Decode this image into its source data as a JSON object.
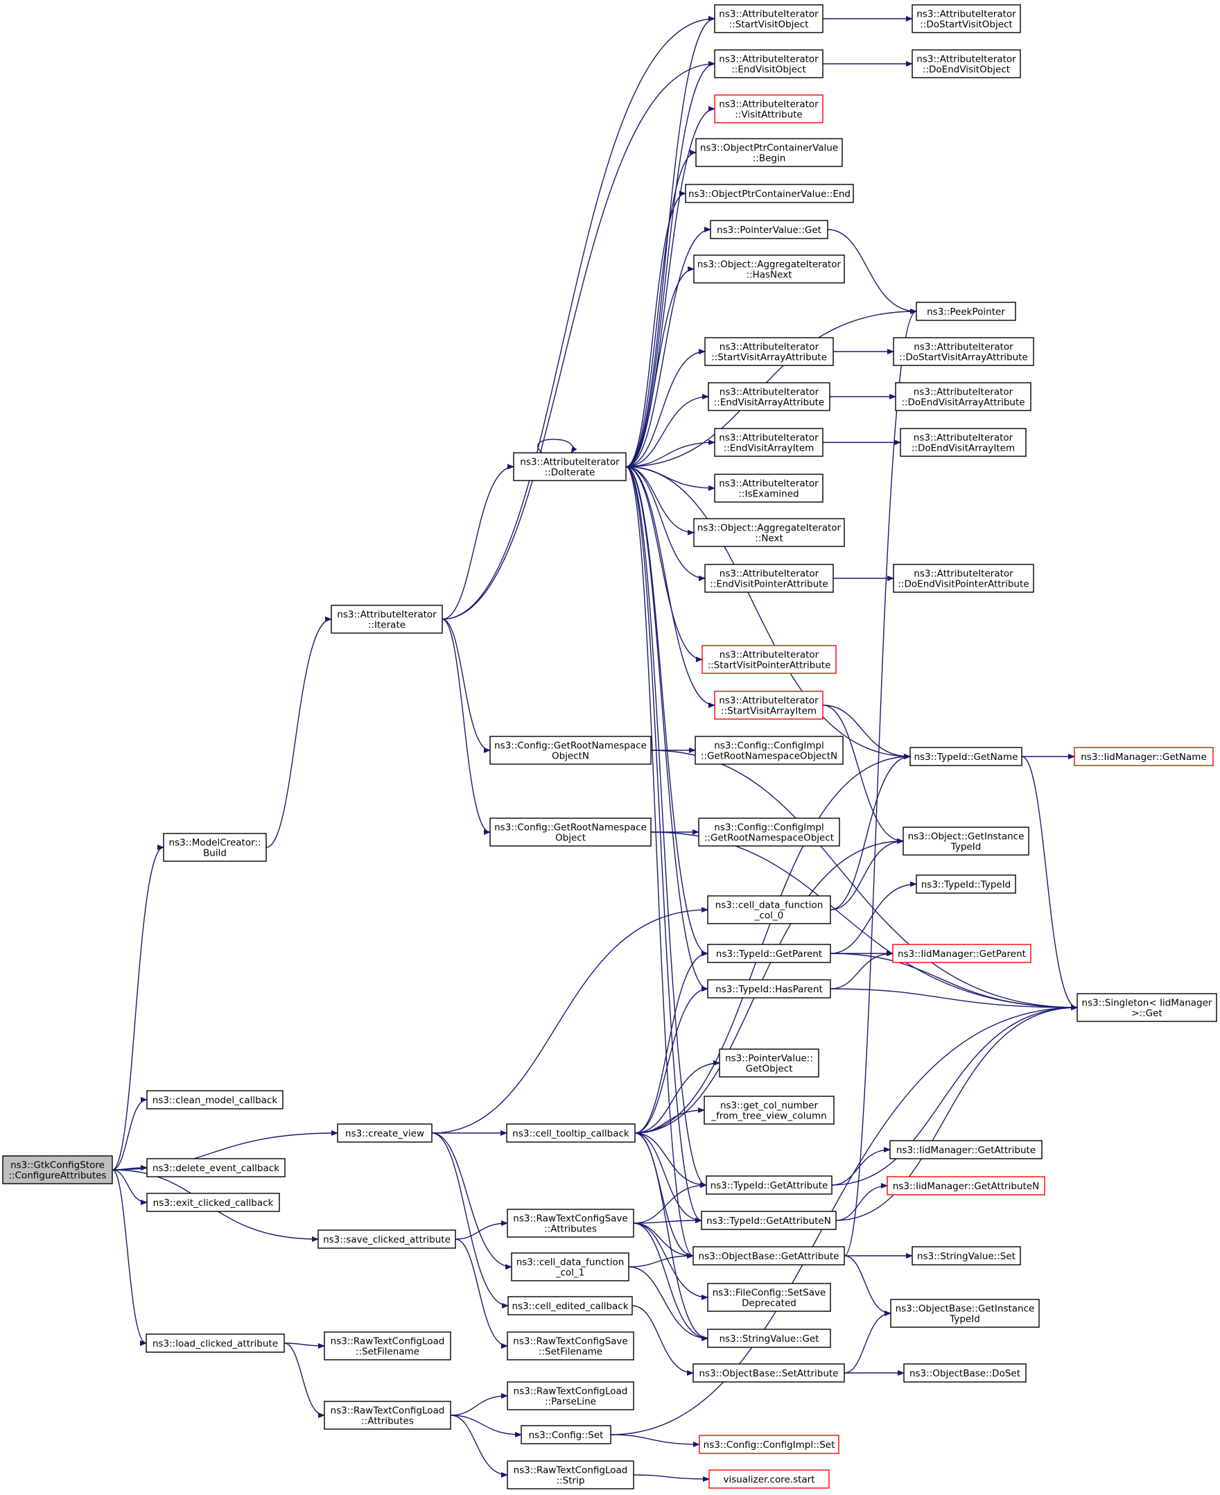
{
  "colors": {
    "edge": "#191970",
    "box_border": "#000000",
    "box_border_truncated": "#ff0000",
    "root_fill": "#bfbfbf",
    "node_fill": "#ffffff",
    "text": "#000000"
  },
  "nodes": [
    {
      "id": "root",
      "lines": [
        "ns3::GtkConfigStore",
        "::ConfigureAttributes"
      ],
      "style": "root"
    },
    {
      "id": "modelcreator_build",
      "lines": [
        "ns3::ModelCreator::",
        "Build"
      ],
      "style": "normal"
    },
    {
      "id": "clean_model",
      "lines": [
        "ns3::clean_model_callback"
      ],
      "style": "normal"
    },
    {
      "id": "create_view",
      "lines": [
        "ns3::create_view"
      ],
      "style": "normal"
    },
    {
      "id": "delete_event",
      "lines": [
        "ns3::delete_event_callback"
      ],
      "style": "normal"
    },
    {
      "id": "exit_clicked",
      "lines": [
        "ns3::exit_clicked_callback"
      ],
      "style": "normal"
    },
    {
      "id": "save_clicked",
      "lines": [
        "ns3::save_clicked_attribute"
      ],
      "style": "normal"
    },
    {
      "id": "load_clicked",
      "lines": [
        "ns3::load_clicked_attribute"
      ],
      "style": "normal"
    },
    {
      "id": "iterate",
      "lines": [
        "ns3::AttributeIterator",
        "::Iterate"
      ],
      "style": "normal"
    },
    {
      "id": "doiterate",
      "lines": [
        "ns3::AttributeIterator",
        "::DoIterate"
      ],
      "style": "normal"
    },
    {
      "id": "get_root_ns_objn",
      "lines": [
        "ns3::Config::GetRootNamespace",
        "ObjectN"
      ],
      "style": "normal"
    },
    {
      "id": "get_root_ns_obj",
      "lines": [
        "ns3::Config::GetRootNamespace",
        "Object"
      ],
      "style": "normal"
    },
    {
      "id": "cell_tooltip",
      "lines": [
        "ns3::cell_tooltip_callback"
      ],
      "style": "normal"
    },
    {
      "id": "rtcs_attributes",
      "lines": [
        "ns3::RawTextConfigSave",
        "::Attributes"
      ],
      "style": "normal"
    },
    {
      "id": "cell_data_col1",
      "lines": [
        "ns3::cell_data_function",
        "_col_1"
      ],
      "style": "normal"
    },
    {
      "id": "cell_edited",
      "lines": [
        "ns3::cell_edited_callback"
      ],
      "style": "normal"
    },
    {
      "id": "rtcs_setfilename",
      "lines": [
        "ns3::RawTextConfigSave",
        "::SetFilename"
      ],
      "style": "normal"
    },
    {
      "id": "rtcl_setfilename",
      "lines": [
        "ns3::RawTextConfigLoad",
        "::SetFilename"
      ],
      "style": "normal"
    },
    {
      "id": "rtcl_attributes",
      "lines": [
        "ns3::RawTextConfigLoad",
        "::Attributes"
      ],
      "style": "normal"
    },
    {
      "id": "rtcl_parseline",
      "lines": [
        "ns3::RawTextConfigLoad",
        "::ParseLine"
      ],
      "style": "normal"
    },
    {
      "id": "config_set",
      "lines": [
        "ns3::Config::Set"
      ],
      "style": "normal"
    },
    {
      "id": "rtcl_strip",
      "lines": [
        "ns3::RawTextConfigLoad",
        "::Strip"
      ],
      "style": "normal"
    },
    {
      "id": "start_visit_object",
      "lines": [
        "ns3::AttributeIterator",
        "::StartVisitObject"
      ],
      "style": "normal"
    },
    {
      "id": "end_visit_object",
      "lines": [
        "ns3::AttributeIterator",
        "::EndVisitObject"
      ],
      "style": "normal"
    },
    {
      "id": "visit_attribute",
      "lines": [
        "ns3::AttributeIterator",
        "::VisitAttribute"
      ],
      "style": "truncated"
    },
    {
      "id": "opcv_begin",
      "lines": [
        "ns3::ObjectPtrContainerValue",
        "::Begin"
      ],
      "style": "normal"
    },
    {
      "id": "opcv_end",
      "lines": [
        "ns3::ObjectPtrContainerValue::End"
      ],
      "style": "normal"
    },
    {
      "id": "pointervalue_get",
      "lines": [
        "ns3::PointerValue::Get"
      ],
      "style": "normal"
    },
    {
      "id": "agg_hasnext",
      "lines": [
        "ns3::Object::AggregateIterator",
        "::HasNext"
      ],
      "style": "normal"
    },
    {
      "id": "start_visit_array_attr",
      "lines": [
        "ns3::AttributeIterator",
        "::StartVisitArrayAttribute"
      ],
      "style": "normal"
    },
    {
      "id": "end_visit_array_attr",
      "lines": [
        "ns3::AttributeIterator",
        "::EndVisitArrayAttribute"
      ],
      "style": "normal"
    },
    {
      "id": "end_visit_array_item",
      "lines": [
        "ns3::AttributeIterator",
        "::EndVisitArrayItem"
      ],
      "style": "normal"
    },
    {
      "id": "is_examined",
      "lines": [
        "ns3::AttributeIterator",
        "::IsExamined"
      ],
      "style": "normal"
    },
    {
      "id": "agg_next",
      "lines": [
        "ns3::Object::AggregateIterator",
        "::Next"
      ],
      "style": "normal"
    },
    {
      "id": "end_visit_pointer_attr",
      "lines": [
        "ns3::AttributeIterator",
        "::EndVisitPointerAttribute"
      ],
      "style": "normal"
    },
    {
      "id": "start_visit_pointer_attr",
      "lines": [
        "ns3::AttributeIterator",
        "::StartVisitPointerAttribute"
      ],
      "style": "truncated"
    },
    {
      "id": "start_visit_array_item",
      "lines": [
        "ns3::AttributeIterator",
        "::StartVisitArrayItem"
      ],
      "style": "truncated"
    },
    {
      "id": "configimpl_get_root_objn",
      "lines": [
        "ns3::Config::ConfigImpl",
        "::GetRootNamespaceObjectN"
      ],
      "style": "normal"
    },
    {
      "id": "configimpl_get_root_obj",
      "lines": [
        "ns3::Config::ConfigImpl",
        "::GetRootNamespaceObject"
      ],
      "style": "normal"
    },
    {
      "id": "cell_data_col0",
      "lines": [
        "ns3::cell_data_function",
        "_col_0"
      ],
      "style": "normal"
    },
    {
      "id": "typeid_getparent",
      "lines": [
        "ns3::TypeId::GetParent"
      ],
      "style": "normal"
    },
    {
      "id": "typeid_hasparent",
      "lines": [
        "ns3::TypeId::HasParent"
      ],
      "style": "normal"
    },
    {
      "id": "pointervalue_getobject",
      "lines": [
        "ns3::PointerValue::",
        "GetObject"
      ],
      "style": "normal"
    },
    {
      "id": "get_col_number",
      "lines": [
        "ns3::get_col_number",
        "_from_tree_view_column"
      ],
      "style": "normal"
    },
    {
      "id": "typeid_getattribute",
      "lines": [
        "ns3::TypeId::GetAttribute"
      ],
      "style": "normal"
    },
    {
      "id": "typeid_getattributen",
      "lines": [
        "ns3::TypeId::GetAttributeN"
      ],
      "style": "normal"
    },
    {
      "id": "objectbase_getattribute",
      "lines": [
        "ns3::ObjectBase::GetAttribute"
      ],
      "style": "normal"
    },
    {
      "id": "fileconfig_setsave",
      "lines": [
        "ns3::FileConfig::SetSave",
        "Deprecated"
      ],
      "style": "normal"
    },
    {
      "id": "stringvalue_get",
      "lines": [
        "ns3::StringValue::Get"
      ],
      "style": "normal"
    },
    {
      "id": "objectbase_setattribute",
      "lines": [
        "ns3::ObjectBase::SetAttribute"
      ],
      "style": "normal"
    },
    {
      "id": "configimpl_set",
      "lines": [
        "ns3::Config::ConfigImpl::Set"
      ],
      "style": "truncated"
    },
    {
      "id": "visualizer_start",
      "lines": [
        "visualizer.core.start"
      ],
      "style": "truncated"
    },
    {
      "id": "do_start_visit_object",
      "lines": [
        "ns3::AttributeIterator",
        "::DoStartVisitObject"
      ],
      "style": "normal"
    },
    {
      "id": "do_end_visit_object",
      "lines": [
        "ns3::AttributeIterator",
        "::DoEndVisitObject"
      ],
      "style": "normal"
    },
    {
      "id": "peekpointer",
      "lines": [
        "ns3::PeekPointer"
      ],
      "style": "normal"
    },
    {
      "id": "do_start_visit_array_attr",
      "lines": [
        "ns3::AttributeIterator",
        "::DoStartVisitArrayAttribute"
      ],
      "style": "normal"
    },
    {
      "id": "do_end_visit_array_attr",
      "lines": [
        "ns3::AttributeIterator",
        "::DoEndVisitArrayAttribute"
      ],
      "style": "normal"
    },
    {
      "id": "do_end_visit_array_item",
      "lines": [
        "ns3::AttributeIterator",
        "::DoEndVisitArrayItem"
      ],
      "style": "normal"
    },
    {
      "id": "do_end_visit_pointer_attr",
      "lines": [
        "ns3::AttributeIterator",
        "::DoEndVisitPointerAttribute"
      ],
      "style": "normal"
    },
    {
      "id": "typeid_getname",
      "lines": [
        "ns3::TypeId::GetName"
      ],
      "style": "normal"
    },
    {
      "id": "object_getinstancetypeid",
      "lines": [
        "ns3::Object::GetInstance",
        "TypeId"
      ],
      "style": "normal"
    },
    {
      "id": "typeid_typeid",
      "lines": [
        "ns3::TypeId::TypeId"
      ],
      "style": "normal"
    },
    {
      "id": "iidmanager_getparent",
      "lines": [
        "ns3::IidManager::GetParent"
      ],
      "style": "truncated"
    },
    {
      "id": "singleton_get",
      "lines": [
        "ns3::Singleton< IidManager",
        " >::Get"
      ],
      "style": "normal"
    },
    {
      "id": "iidmanager_getattribute",
      "lines": [
        "ns3::IidManager::GetAttribute"
      ],
      "style": "normal"
    },
    {
      "id": "iidmanager_getattributen",
      "lines": [
        "ns3::IidManager::GetAttributeN"
      ],
      "style": "truncated"
    },
    {
      "id": "stringvalue_set",
      "lines": [
        "ns3::StringValue::Set"
      ],
      "style": "normal"
    },
    {
      "id": "objectbase_getinstancetypeid",
      "lines": [
        "ns3::ObjectBase::GetInstance",
        "TypeId"
      ],
      "style": "normal"
    },
    {
      "id": "objectbase_doset",
      "lines": [
        "ns3::ObjectBase::DoSet"
      ],
      "style": "normal"
    },
    {
      "id": "iidmanager_getname",
      "lines": [
        "ns3::IidManager::GetName"
      ],
      "style": "truncated"
    }
  ],
  "edges": [
    [
      "root",
      "modelcreator_build"
    ],
    [
      "root",
      "clean_model"
    ],
    [
      "root",
      "create_view"
    ],
    [
      "root",
      "delete_event"
    ],
    [
      "root",
      "exit_clicked"
    ],
    [
      "root",
      "save_clicked"
    ],
    [
      "root",
      "load_clicked"
    ],
    [
      "modelcreator_build",
      "iterate"
    ],
    [
      "iterate",
      "doiterate"
    ],
    [
      "iterate",
      "get_root_ns_objn"
    ],
    [
      "iterate",
      "get_root_ns_obj"
    ],
    [
      "iterate",
      "start_visit_object"
    ],
    [
      "iterate",
      "end_visit_object"
    ],
    [
      "doiterate",
      "doiterate"
    ],
    [
      "doiterate",
      "start_visit_object"
    ],
    [
      "doiterate",
      "end_visit_object"
    ],
    [
      "doiterate",
      "visit_attribute"
    ],
    [
      "doiterate",
      "opcv_begin"
    ],
    [
      "doiterate",
      "opcv_end"
    ],
    [
      "doiterate",
      "pointervalue_get"
    ],
    [
      "doiterate",
      "agg_hasnext"
    ],
    [
      "doiterate",
      "peekpointer"
    ],
    [
      "doiterate",
      "start_visit_array_attr"
    ],
    [
      "doiterate",
      "end_visit_array_attr"
    ],
    [
      "doiterate",
      "end_visit_array_item"
    ],
    [
      "doiterate",
      "is_examined"
    ],
    [
      "doiterate",
      "agg_next"
    ],
    [
      "doiterate",
      "end_visit_pointer_attr"
    ],
    [
      "doiterate",
      "start_visit_pointer_attr"
    ],
    [
      "doiterate",
      "start_visit_array_item"
    ],
    [
      "doiterate",
      "typeid_getname"
    ],
    [
      "doiterate",
      "typeid_getparent"
    ],
    [
      "doiterate",
      "typeid_hasparent"
    ],
    [
      "doiterate",
      "typeid_getattribute"
    ],
    [
      "doiterate",
      "typeid_getattributen"
    ],
    [
      "doiterate",
      "objectbase_getattribute"
    ],
    [
      "start_visit_object",
      "do_start_visit_object"
    ],
    [
      "end_visit_object",
      "do_end_visit_object"
    ],
    [
      "pointervalue_get",
      "peekpointer"
    ],
    [
      "start_visit_array_attr",
      "do_start_visit_array_attr"
    ],
    [
      "end_visit_array_attr",
      "do_end_visit_array_attr"
    ],
    [
      "end_visit_array_item",
      "do_end_visit_array_item"
    ],
    [
      "end_visit_pointer_attr",
      "do_end_visit_pointer_attr"
    ],
    [
      "start_visit_array_item",
      "typeid_getname"
    ],
    [
      "start_visit_array_item",
      "object_getinstancetypeid"
    ],
    [
      "get_root_ns_objn",
      "configimpl_get_root_objn"
    ],
    [
      "get_root_ns_objn",
      "singleton_get"
    ],
    [
      "get_root_ns_obj",
      "configimpl_get_root_obj"
    ],
    [
      "get_root_ns_obj",
      "singleton_get"
    ],
    [
      "typeid_getname",
      "iidmanager_getname"
    ],
    [
      "typeid_getname",
      "singleton_get"
    ],
    [
      "create_view",
      "cell_tooltip"
    ],
    [
      "create_view",
      "cell_data_col0"
    ],
    [
      "create_view",
      "cell_data_col1"
    ],
    [
      "create_view",
      "cell_edited"
    ],
    [
      "cell_data_col0",
      "typeid_getname"
    ],
    [
      "cell_data_col0",
      "object_getinstancetypeid"
    ],
    [
      "cell_tooltip",
      "typeid_getname"
    ],
    [
      "cell_tooltip",
      "object_getinstancetypeid"
    ],
    [
      "cell_tooltip",
      "typeid_getparent"
    ],
    [
      "cell_tooltip",
      "typeid_hasparent"
    ],
    [
      "cell_tooltip",
      "pointervalue_getobject"
    ],
    [
      "cell_tooltip",
      "get_col_number"
    ],
    [
      "cell_tooltip",
      "typeid_getattribute"
    ],
    [
      "cell_tooltip",
      "typeid_getattributen"
    ],
    [
      "cell_tooltip",
      "objectbase_getattribute"
    ],
    [
      "cell_tooltip",
      "stringvalue_get"
    ],
    [
      "typeid_getparent",
      "typeid_typeid"
    ],
    [
      "typeid_getparent",
      "iidmanager_getparent"
    ],
    [
      "typeid_getparent",
      "singleton_get"
    ],
    [
      "typeid_hasparent",
      "iidmanager_getparent"
    ],
    [
      "typeid_hasparent",
      "singleton_get"
    ],
    [
      "typeid_getattribute",
      "iidmanager_getattribute"
    ],
    [
      "typeid_getattribute",
      "singleton_get"
    ],
    [
      "typeid_getattributen",
      "iidmanager_getattributen"
    ],
    [
      "typeid_getattributen",
      "singleton_get"
    ],
    [
      "objectbase_getattribute",
      "stringvalue_set"
    ],
    [
      "objectbase_getattribute",
      "objectbase_getinstancetypeid"
    ],
    [
      "objectbase_getattribute",
      "peekpointer"
    ],
    [
      "save_clicked",
      "rtcs_attributes"
    ],
    [
      "save_clicked",
      "rtcs_setfilename"
    ],
    [
      "rtcs_attributes",
      "typeid_getattribute"
    ],
    [
      "rtcs_attributes",
      "typeid_getattributen"
    ],
    [
      "rtcs_attributes",
      "objectbase_getattribute"
    ],
    [
      "rtcs_attributes",
      "fileconfig_setsave"
    ],
    [
      "rtcs_attributes",
      "stringvalue_get"
    ],
    [
      "cell_data_col1",
      "objectbase_getattribute"
    ],
    [
      "cell_data_col1",
      "stringvalue_get"
    ],
    [
      "cell_edited",
      "objectbase_setattribute"
    ],
    [
      "objectbase_setattribute",
      "objectbase_doset"
    ],
    [
      "objectbase_setattribute",
      "objectbase_getinstancetypeid"
    ],
    [
      "load_clicked",
      "rtcl_setfilename"
    ],
    [
      "load_clicked",
      "rtcl_attributes"
    ],
    [
      "rtcl_attributes",
      "rtcl_parseline"
    ],
    [
      "rtcl_attributes",
      "config_set"
    ],
    [
      "rtcl_attributes",
      "rtcl_strip"
    ],
    [
      "config_set",
      "configimpl_set"
    ],
    [
      "config_set",
      "singleton_get"
    ],
    [
      "rtcl_strip",
      "visualizer_start"
    ]
  ]
}
